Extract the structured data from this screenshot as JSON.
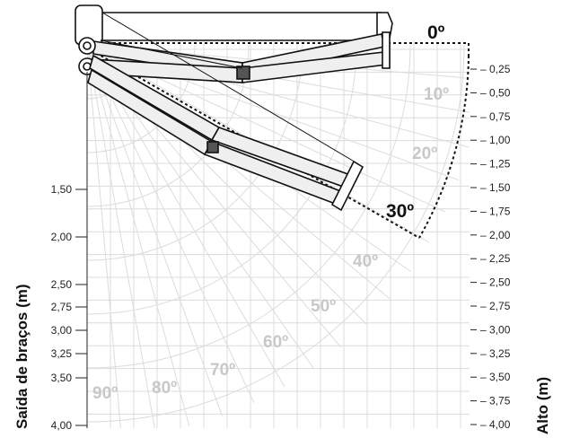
{
  "left_axis": {
    "title": "Saída de braços (m)",
    "ticks": [
      "1,50",
      "2,00",
      "2,50",
      "2,75",
      "3,00",
      "3,25",
      "3,50",
      "4,00"
    ]
  },
  "right_axis": {
    "title": "Alto (m)",
    "ticks": [
      "0,25",
      "0,50",
      "0,75",
      "1,00",
      "1,25",
      "1,50",
      "1,75",
      "2,00",
      "2,25",
      "2,50",
      "2,75",
      "3,00",
      "3,25",
      "3,50",
      "3,75",
      "4,00"
    ]
  },
  "angles": {
    "highlighted": [
      "0º",
      "30º"
    ],
    "gray": [
      "10º",
      "20º",
      "40º",
      "50º",
      "60º",
      "70º",
      "80º",
      "90º"
    ]
  },
  "colors": {
    "grid": "#d9d9d9",
    "ink": "#111111",
    "gray_label": "#c8c8c8",
    "arm_fill": "#f0f0f0"
  }
}
